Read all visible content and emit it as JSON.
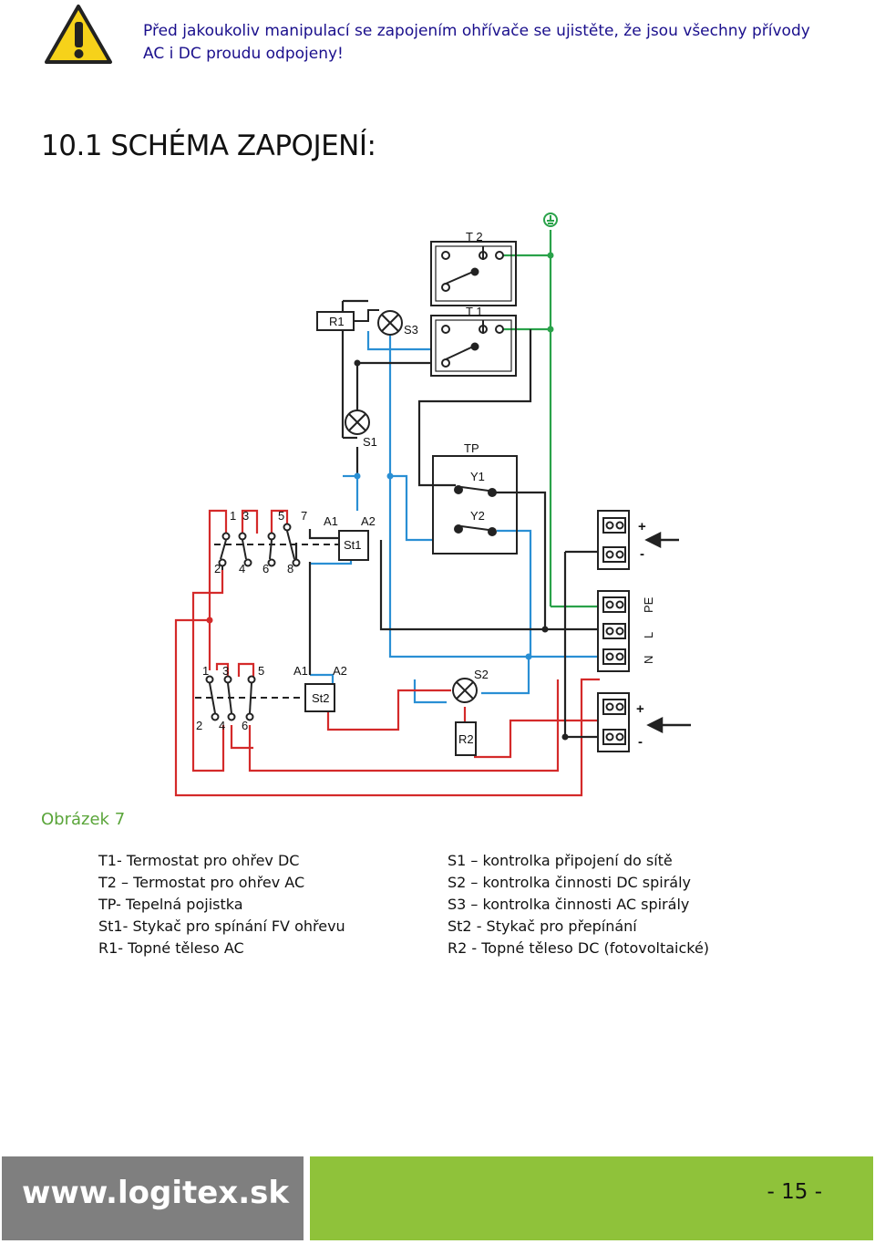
{
  "header": {
    "warning_icon": "warning-triangle-icon",
    "warning_text": "Před jakoukoliv manipulací se zapojením ohřívače se ujistěte, že jsou všechny přívody AC i DC proudu odpojeny!"
  },
  "section_title": "10.1 SCHÉMA ZAPOJENÍ:",
  "diagram": {
    "labels": {
      "t2": "T 2",
      "t1": "T 1",
      "r1": "R1",
      "s3": "S3",
      "s1": "S1",
      "tp": "TP",
      "y1": "Y1",
      "y2": "Y2",
      "st1": "St1",
      "st2": "St2",
      "s2": "S2",
      "r2": "R2",
      "a1": "A1",
      "a2": "A2",
      "n1": "1",
      "n2": "2",
      "n3": "3",
      "n4": "4",
      "n5": "5",
      "n6": "6",
      "n7": "7",
      "n8": "8",
      "plus": "+",
      "minus": "-",
      "pe": "PE",
      "l": "L",
      "n": "N"
    },
    "colors": {
      "red": "#d42a2a",
      "blue": "#2a8fd4",
      "green": "#2aa24a",
      "black": "#222222"
    }
  },
  "figure_caption": "Obrázek 7",
  "legend": {
    "left": [
      "T1- Termostat pro ohřev DC",
      "T2 – Termostat pro ohřev AC",
      "TP- Tepelná pojistka",
      "St1- Stykač pro spínání FV ohřevu",
      "R1- Topné těleso AC"
    ],
    "right": [
      "S1 – kontrolka připojení do sítě",
      "S2 – kontrolka činnosti DC spirály",
      "S3 – kontrolka činnosti AC spirály",
      "St2 - Stykač pro přepínání",
      "R2 - Topné těleso DC (fotovoltaické)"
    ]
  },
  "footer": {
    "url": "www.logitex.sk",
    "page": "- 15 -"
  }
}
